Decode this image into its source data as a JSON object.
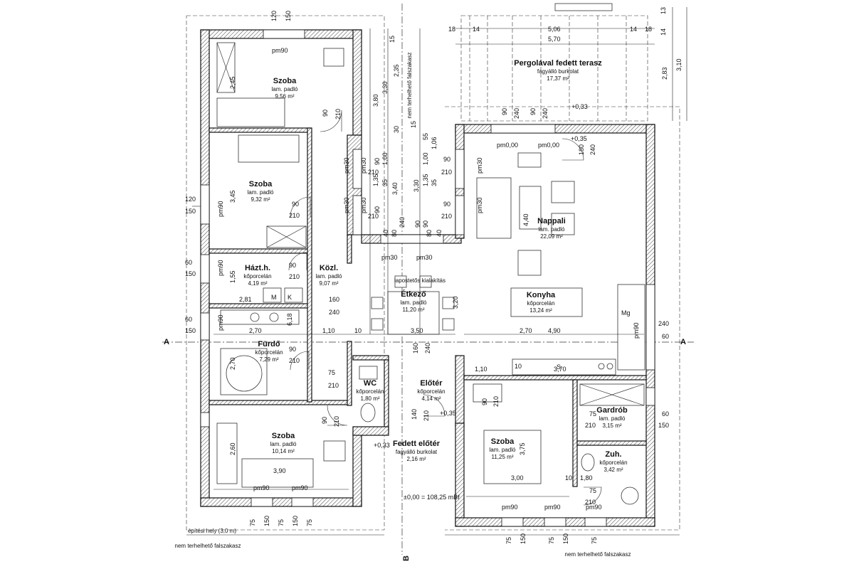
{
  "rooms": {
    "szoba1": {
      "name": "Szoba",
      "floor": "lam. padló",
      "area": "9,56 m²"
    },
    "szoba2": {
      "name": "Szoba",
      "floor": "lam. padló",
      "area": "9,32 m²"
    },
    "haztar": {
      "name": "Házt.h.",
      "floor": "kőporcelán",
      "area": "4,19 m²"
    },
    "kozl": {
      "name": "Közl.",
      "floor": "lam. padló",
      "area": "9,07 m²"
    },
    "furdo": {
      "name": "Fürdő",
      "floor": "kőporcelán",
      "area": "7,29 m²"
    },
    "szoba3": {
      "name": "Szoba",
      "floor": "lam. padló",
      "area": "10,14 m²"
    },
    "etkezo": {
      "name": "Étkező",
      "floor": "lam. padló",
      "area": "11,20 m²"
    },
    "wc": {
      "name": "WC",
      "floor": "kőporcelán",
      "area": "1,80 m²"
    },
    "eloter": {
      "name": "Előtér",
      "floor": "kőporcelán",
      "area": "4,14 m²"
    },
    "fedett_eloter": {
      "name": "Fedett előtér",
      "floor": "fagyálló burkolat",
      "area": "2,16 m²"
    },
    "nappali": {
      "name": "Nappali",
      "floor": "lam. padló",
      "area": "22,09 m²"
    },
    "konyha": {
      "name": "Konyha",
      "floor": "kőporcelán",
      "area": "13,24 m²"
    },
    "szoba4": {
      "name": "Szoba",
      "floor": "lam. padló",
      "area": "11,25 m²"
    },
    "gardrob": {
      "name": "Gardrób",
      "floor": "lam. padló",
      "area": "3,15 m²"
    },
    "zuh": {
      "name": "Zuh.",
      "floor": "kőporcelán",
      "area": "3,42 m²"
    },
    "terasz": {
      "name": "Pergolával fedett terasz",
      "floor": "fagyálló burkolat",
      "area": "17,37 m²"
    }
  },
  "notes": {
    "lapostetos": "lapostetős kialakítás",
    "elevation": "±0,00 = 108,25 mBf",
    "nem_terhelheto_top": "nem terhelhető falszakasz",
    "nem_terhelheto_b1": "nem terhelhető falszakasz",
    "nem_terhelheto_b2": "nem terhelhető falszakasz",
    "epitesi_hely": "építési hely (3,0 m)",
    "pm_nappali": "pm0,00",
    "pm_nappali2": "pm0,00",
    "lvl_terasz": "+0,33",
    "lvl_nappali": "+0,35",
    "lvl_eloter": "+0,35",
    "lvl_fedett": "+0,33",
    "mg": "Mg",
    "s_label": "S",
    "m_label": "M",
    "k_label": "K",
    "section_a_left": "A",
    "section_a_right": "A",
    "section_b": "B"
  },
  "dims": {
    "d_570": "5,70",
    "d_506": "5,06",
    "d_18a": "18",
    "d_14a": "14",
    "d_14b": "14",
    "d_18b": "18",
    "d_13": "13",
    "d_14c": "14",
    "d_283": "2,83",
    "d_310": "3,10",
    "d_120t": "120",
    "d_150t": "150",
    "d_120l": "120",
    "d_150l": "150",
    "d_60l1": "60",
    "d_150l1": "150",
    "d_60l2": "60",
    "d_150l2": "150",
    "d_270": "2,70",
    "d_110a": "1,10",
    "d_10a": "10",
    "d_350": "3,50",
    "d_270b": "2,70",
    "d_490": "4,90",
    "d_240r": "240",
    "d_60r": "60",
    "d_110b": "1,10",
    "d_10b": "10",
    "d_370": "3,70",
    "d_390": "3,90",
    "d_300": "3,00",
    "d_10c": "10",
    "d_180": "1,80",
    "d_60r2": "60",
    "d_150r2": "150",
    "d_281": "2,81",
    "d_160": "160",
    "d_240c": "240",
    "v_245": "2,45",
    "v_345": "3,45",
    "v_155": "1,55",
    "v_618": "6,18",
    "v_270": "2,70",
    "v_260": "2,60",
    "v_440": "4,40",
    "v_320": "3,20",
    "v_375": "3,75",
    "v_380": "3,80",
    "v_330": "3,30",
    "v_235": "2,35",
    "v_15a": "15",
    "v_30": "30",
    "v_15b": "15",
    "v_55": "55",
    "v_106": "1,06",
    "v_100a": "1,00",
    "v_100b": "1,00",
    "v_135a": "1,35",
    "v_135b": "1,35",
    "v_35a": "35",
    "v_35b": "35",
    "v_340": "3,40",
    "v_330b": "3,30",
    "door_90a": "90",
    "door_210a": "210",
    "door_90b": "90",
    "door_210b": "210",
    "door_90c": "90",
    "door_210c": "210",
    "door_90d": "90",
    "door_210d": "210",
    "door_75a": "75",
    "door_210e": "210",
    "door_90e": "90",
    "door_210f": "210",
    "door_160": "160",
    "door_240": "240",
    "door_90g": "90",
    "door_210g": "210",
    "door_140": "140",
    "door_210h": "210",
    "door_75b": "75",
    "door_210i": "210",
    "door_75c": "75",
    "door_210j": "210",
    "door_90t1": "90",
    "door_240t1": "240",
    "door_90t2": "90",
    "door_240t2": "240",
    "door_180": "180",
    "door_240n": "240",
    "pm90_1": "pm90",
    "pm90_2": "pm90",
    "pm90_3": "pm90",
    "pm90_4": "pm90",
    "pm90_5": "pm90",
    "pm90_6": "pm90",
    "pm90_7": "pm90",
    "pm90_8": "pm90",
    "pm90_9": "pm90",
    "pm90_10": "pm90",
    "pm30_1": "pm30",
    "pm30_2": "pm30",
    "pm30_3": "pm30",
    "pm30_4": "pm30",
    "pm30_5": "pm30",
    "pm30_6": "pm30",
    "pm30_7": "pm30",
    "pm30_8": "pm30",
    "b75_1": "75",
    "b150_1": "150",
    "b75_2": "75",
    "b150_2": "150",
    "b75_3": "75",
    "b75_4": "75",
    "b150_3": "150",
    "b75_5": "75",
    "b150_4": "150",
    "b75_6": "75",
    "w90_1": "90",
    "w210_1": "210",
    "w90_2": "90",
    "w210_2": "210",
    "w90_3": "90",
    "w210_3": "210",
    "w90_4": "90",
    "w210_4": "210",
    "w40a": "40",
    "w80a": "80",
    "w40b": "40",
    "w80b": "80",
    "w240a": "240",
    "w90c": "90",
    "w90d": "90"
  },
  "colors": {
    "line": "#111111",
    "hatch": "#444444",
    "paper": "#ffffff"
  }
}
